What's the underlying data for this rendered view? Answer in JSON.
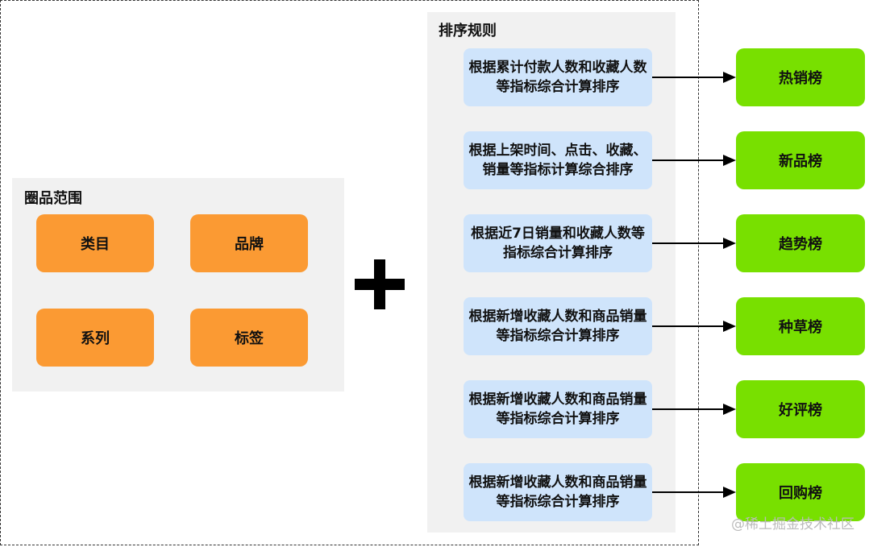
{
  "left_panel": {
    "title": "圈品范围",
    "items": [
      "类目",
      "品牌",
      "系列",
      "标签"
    ]
  },
  "right_panel": {
    "title": "排序规则",
    "rows": [
      {
        "rule": "根据累计付款人数和收藏人数等指标综合计算排序",
        "result": "热销榜"
      },
      {
        "rule": "根据上架时间、点击、收藏、销量等指标计算综合排序",
        "result": "新品榜"
      },
      {
        "rule": "根据近7日销量和收藏人数等指标综合计算排序",
        "result": "趋势榜"
      },
      {
        "rule": "根据新增收藏人数和商品销量等指标综合计算排序",
        "result": "种草榜"
      },
      {
        "rule": "根据新增收藏人数和商品销量等指标综合计算排序",
        "result": "好评榜"
      },
      {
        "rule": "根据新增收藏人数和商品销量等指标综合计算排序",
        "result": "回购榜"
      }
    ]
  },
  "watermark": "@稀土掘金技术社区",
  "colors": {
    "orange": "#fb9a33",
    "blue": "#cfe4fb",
    "green": "#78e000",
    "panel": "#f1f1f1"
  }
}
